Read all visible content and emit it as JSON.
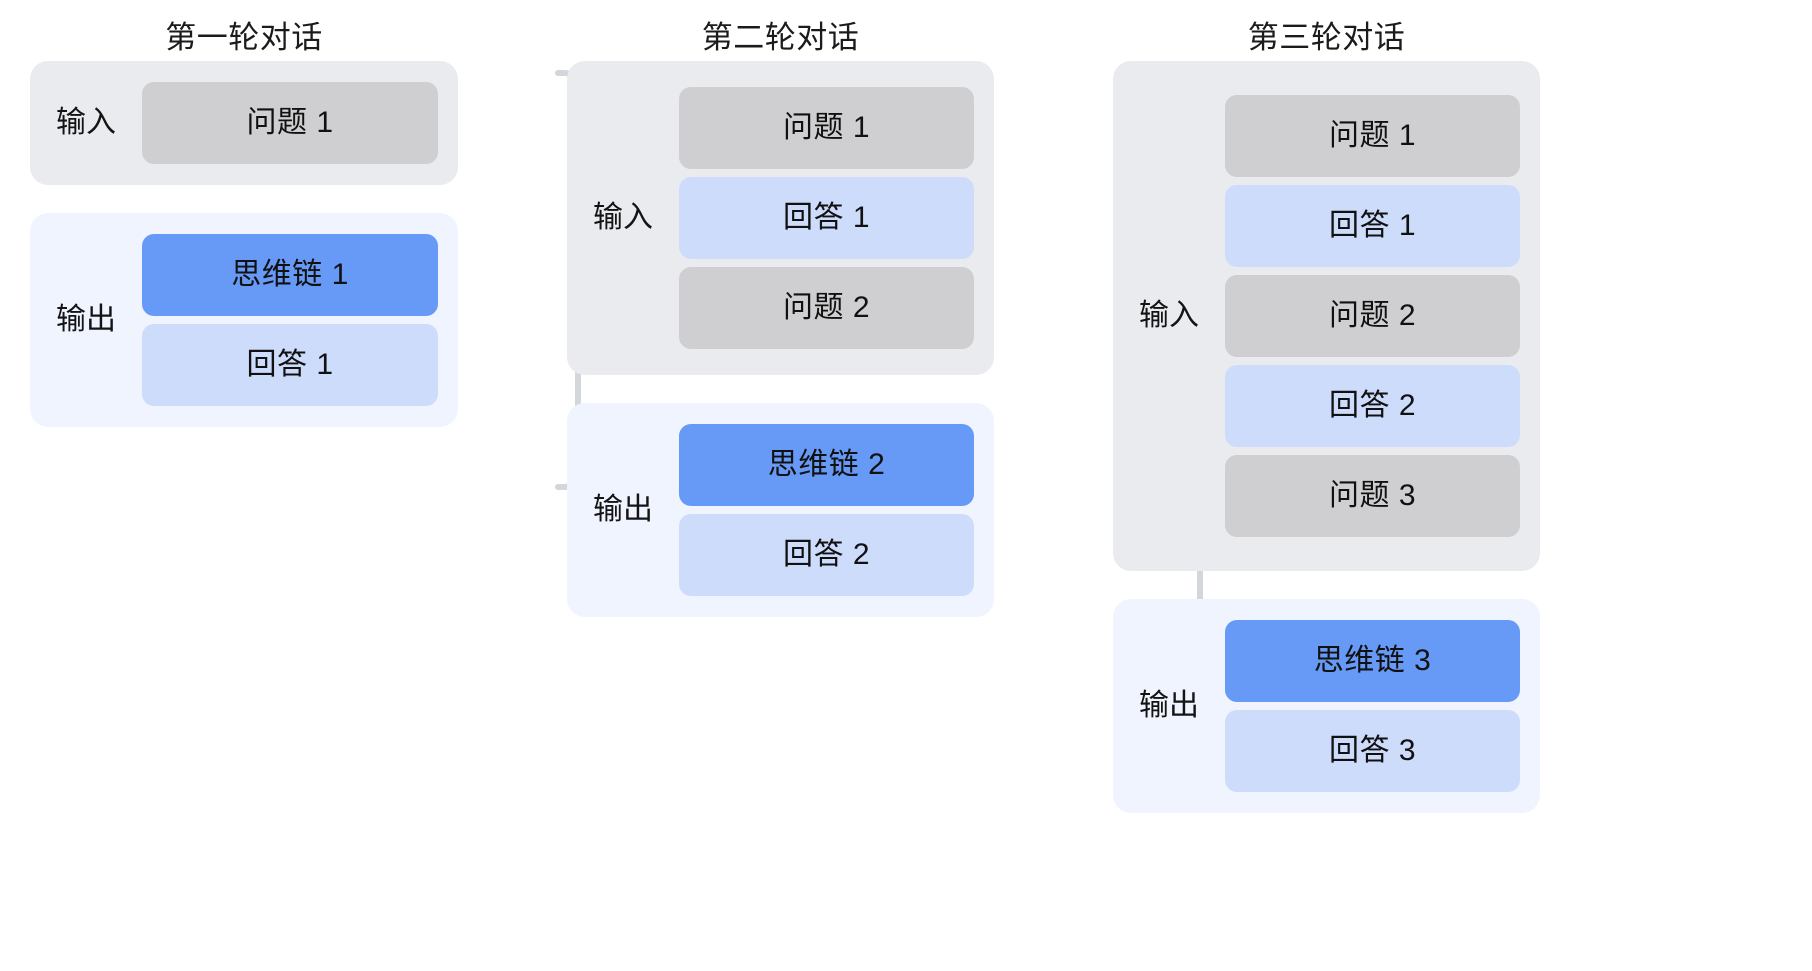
{
  "diagram": {
    "title_row": [
      "第一轮对话",
      "第二轮对话",
      "第三轮对话"
    ],
    "labels": {
      "input": "输入",
      "output": "输出"
    },
    "colors": {
      "question_box": "#CFCFD1",
      "answer_box": "#CEDCFC",
      "cot_box": "#679AF6",
      "input_container": "#E9EBEF",
      "output_container": "#F0F4FE",
      "connector": "#D3D6DA",
      "text": "#111111",
      "background": "#FFFFFF"
    },
    "columns": [
      {
        "title": "第一轮对话",
        "input": {
          "label": "输入",
          "items": [
            {
              "text": "问题 1",
              "kind": "question"
            }
          ]
        },
        "output": {
          "label": "输出",
          "items": [
            {
              "text": "思维链 1",
              "kind": "cot"
            },
            {
              "text": "回答 1",
              "kind": "answer"
            }
          ]
        }
      },
      {
        "title": "第二轮对话",
        "input": {
          "label": "输入",
          "items": [
            {
              "text": "问题 1",
              "kind": "question"
            },
            {
              "text": "回答 1",
              "kind": "answer"
            },
            {
              "text": "问题 2",
              "kind": "question"
            }
          ]
        },
        "output": {
          "label": "输出",
          "items": [
            {
              "text": "思维链 2",
              "kind": "cot"
            },
            {
              "text": "回答 2",
              "kind": "answer"
            }
          ]
        }
      },
      {
        "title": "第三轮对话",
        "input": {
          "label": "输入",
          "items": [
            {
              "text": "问题 1",
              "kind": "question"
            },
            {
              "text": "回答 1",
              "kind": "answer"
            },
            {
              "text": "问题 2",
              "kind": "question"
            },
            {
              "text": "回答 2",
              "kind": "answer"
            },
            {
              "text": "问题 3",
              "kind": "question"
            }
          ]
        },
        "output": {
          "label": "输出",
          "items": [
            {
              "text": "思维链 3",
              "kind": "cot"
            },
            {
              "text": "回答 3",
              "kind": "answer"
            }
          ]
        }
      }
    ],
    "connectors": [
      {
        "name": "round1-to-round2",
        "from": "第一轮对话",
        "to": "第二轮对话"
      },
      {
        "name": "round2-to-round3",
        "from": "第二轮对话",
        "to": "第三轮对话"
      }
    ]
  }
}
